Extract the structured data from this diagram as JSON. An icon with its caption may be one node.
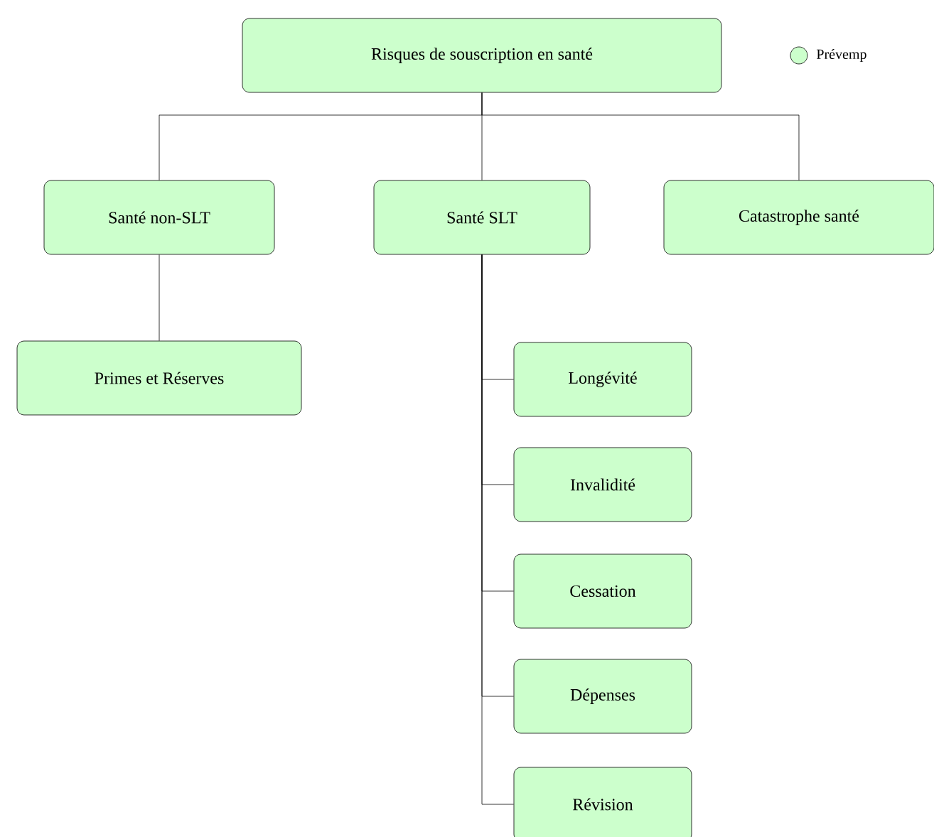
{
  "diagram": {
    "nodes": [
      {
        "text": [
          "Risques de souscription en santé"
        ]
      },
      {
        "text": [
          "Santé non-SLT"
        ]
      },
      {
        "text": [
          "Santé SLT"
        ]
      },
      {
        "text": [
          "Catastrophe santé"
        ]
      },
      {
        "text": [
          "Primes et Réserves"
        ]
      },
      {
        "text": [
          "Longévité"
        ]
      },
      {
        "text": [
          "Invalidité"
        ]
      },
      {
        "text": [
          "Cessation"
        ]
      },
      {
        "text": [
          "Dépenses"
        ]
      },
      {
        "text": [
          "Révision"
        ]
      }
    ],
    "edges": [
      {
        "from": 0,
        "to": 1,
        "arrow": "none"
      },
      {
        "from": 0,
        "to": 2,
        "arrow": "none"
      },
      {
        "from": 0,
        "to": 3,
        "arrow": "none"
      },
      {
        "from": 1,
        "to": 4,
        "arrow": "none"
      },
      {
        "from": 2,
        "to": 5,
        "arrow": "none"
      },
      {
        "from": 2,
        "to": 6,
        "arrow": "none"
      },
      {
        "from": 2,
        "to": 7,
        "arrow": "none"
      },
      {
        "from": 2,
        "to": 8,
        "arrow": "none"
      },
      {
        "from": 2,
        "to": 9,
        "arrow": "none"
      }
    ],
    "legend": [
      {
        "text": "Prévemp",
        "color": "#ccffcc"
      }
    ]
  }
}
